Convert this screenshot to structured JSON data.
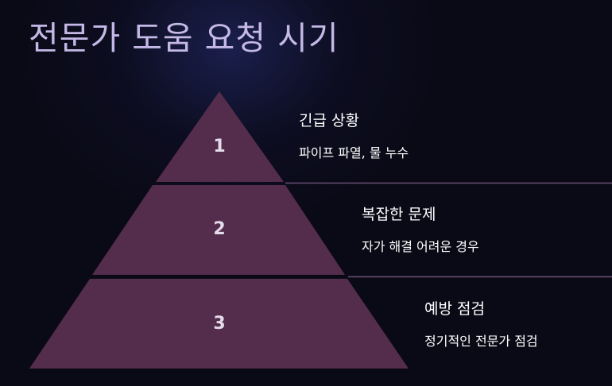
{
  "title": "전문가 도움 요청 시기",
  "colors": {
    "background": "#0a0a17",
    "title_text": "#c4b8e6",
    "tier_fill": "#542c4c",
    "divider_line": "#6a4f74"
  },
  "tiers": [
    {
      "number": "1",
      "title": "긴급 상황",
      "description": "파이프 파열, 물 누수"
    },
    {
      "number": "2",
      "title": "복잡한 문제",
      "description": "자가 해결 어려운 경우"
    },
    {
      "number": "3",
      "title": "예방 점검",
      "description": "정기적인 전문가 점검"
    }
  ]
}
